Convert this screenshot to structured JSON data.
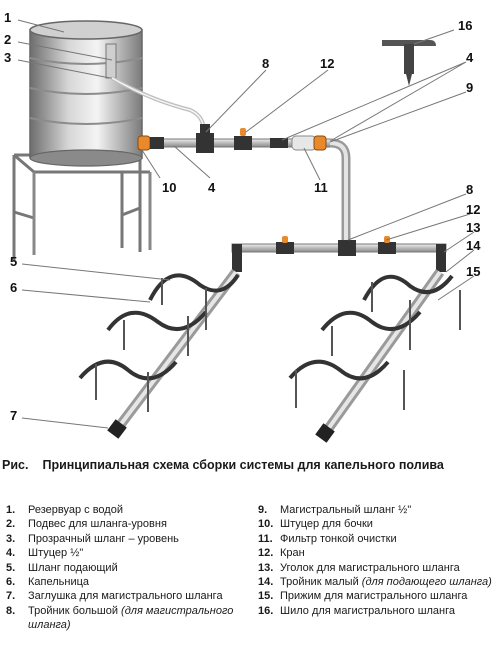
{
  "callouts": [
    "1",
    "2",
    "3",
    "8",
    "12",
    "16",
    "4",
    "9",
    "10",
    "4",
    "11",
    "8",
    "12",
    "13",
    "14",
    "5",
    "6",
    "15",
    "7"
  ],
  "caption": {
    "prefix": "Рис.",
    "title": "Принципиальная схема сборки системы для капельного полива"
  },
  "legend_left": [
    {
      "n": "1.",
      "t": "Резервуар с водой",
      "i": ""
    },
    {
      "n": "2.",
      "t": "Подвес для шланга-уровня",
      "i": ""
    },
    {
      "n": "3.",
      "t": "Прозрачный шланг – уровень",
      "i": ""
    },
    {
      "n": "4.",
      "t": "Штуцер ½\"",
      "i": ""
    },
    {
      "n": "5.",
      "t": "Шланг подающий",
      "i": ""
    },
    {
      "n": "6.",
      "t": "Капельница",
      "i": ""
    },
    {
      "n": "7.",
      "t": "Заглушка для магистрального шланга",
      "i": ""
    },
    {
      "n": "8.",
      "t": "Тройник большой ",
      "i": "(для магистрального шланга)"
    }
  ],
  "legend_right": [
    {
      "n": "9.",
      "t": "Магистральный шланг ½\"",
      "i": ""
    },
    {
      "n": "10.",
      "t": "Штуцер для бочки",
      "i": ""
    },
    {
      "n": "11.",
      "t": "Фильтр тонкой очистки",
      "i": ""
    },
    {
      "n": "12.",
      "t": "Кран",
      "i": ""
    },
    {
      "n": "13.",
      "t": "Уголок для магистрального шланга",
      "i": ""
    },
    {
      "n": "14.",
      "t": "Тройник малый ",
      "i": "(для подающего шланга)"
    },
    {
      "n": "15.",
      "t": "Прижим для магистрального шланга",
      "i": ""
    },
    {
      "n": "16.",
      "t": "Шило для магистрального шланга",
      "i": ""
    }
  ]
}
